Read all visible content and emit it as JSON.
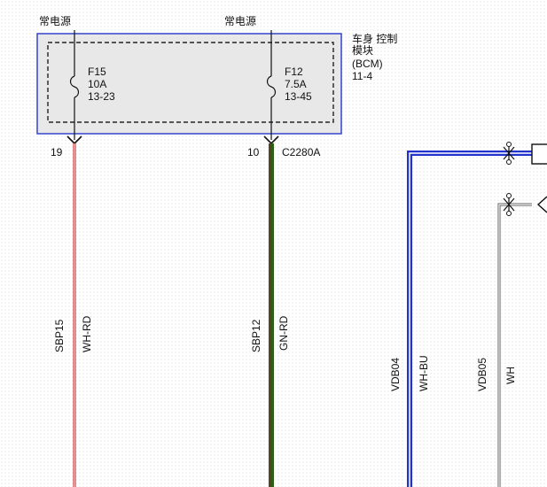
{
  "power_labels": [
    "常电源",
    "常电源"
  ],
  "module": {
    "name_line1": "车身 控制",
    "name_line2": "模块",
    "name_line3": "(BCM)",
    "ref": "11-4"
  },
  "fuses": [
    {
      "id": "F15",
      "rating": "10A",
      "location": "13-23"
    },
    {
      "id": "F12",
      "rating": "7.5A",
      "location": "13-45"
    }
  ],
  "pins": [
    "19",
    "10"
  ],
  "connector": "C2280A",
  "circuits": [
    {
      "code": "SBP15",
      "color_code": "WH-RD"
    },
    {
      "code": "SBP12",
      "color_code": "GN-RD"
    },
    {
      "code": "VDB04",
      "color_code": "WH-BU"
    },
    {
      "code": "VDB05",
      "color_code": "WH"
    }
  ],
  "colors": {
    "module_border": "#3344cc",
    "module_fill": "#e8e8e8",
    "wire_wh_rd": "#cc2222",
    "wire_gn_rd": "#2e5e1c",
    "wire_wh_bu": "#2233cc"
  }
}
